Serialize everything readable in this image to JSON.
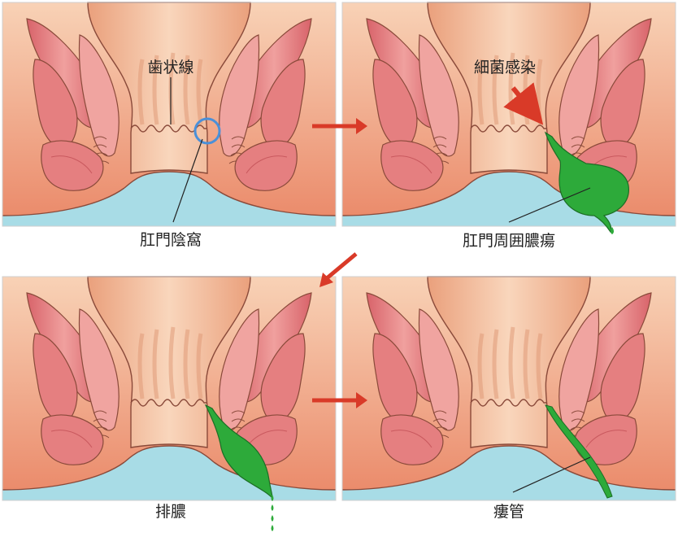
{
  "colors": {
    "skin_top": "#f6c6a2",
    "skin_bottom": "#ec8f6e",
    "canal": "#f4bf96",
    "canal_fold": "#e8a884",
    "muscle": "#e37b7f",
    "muscle_light": "#f3a4a2",
    "outline": "#8a4a3a",
    "water": "#a8dce6",
    "pus": "#2daa3a",
    "highlight_ring": "#4a90d9",
    "arrow": "#d93a28",
    "frame": "#cfcfcf"
  },
  "panels": [
    {
      "id": "p1",
      "stage": "normal",
      "label": "歯状線",
      "label2": "肛門陰窩"
    },
    {
      "id": "p2",
      "stage": "infection",
      "label": "細菌感染",
      "label2": "肛門周囲膿瘍"
    },
    {
      "id": "p3",
      "stage": "drainage",
      "label": "排膿"
    },
    {
      "id": "p4",
      "stage": "fistula",
      "label": "瘻管"
    }
  ]
}
